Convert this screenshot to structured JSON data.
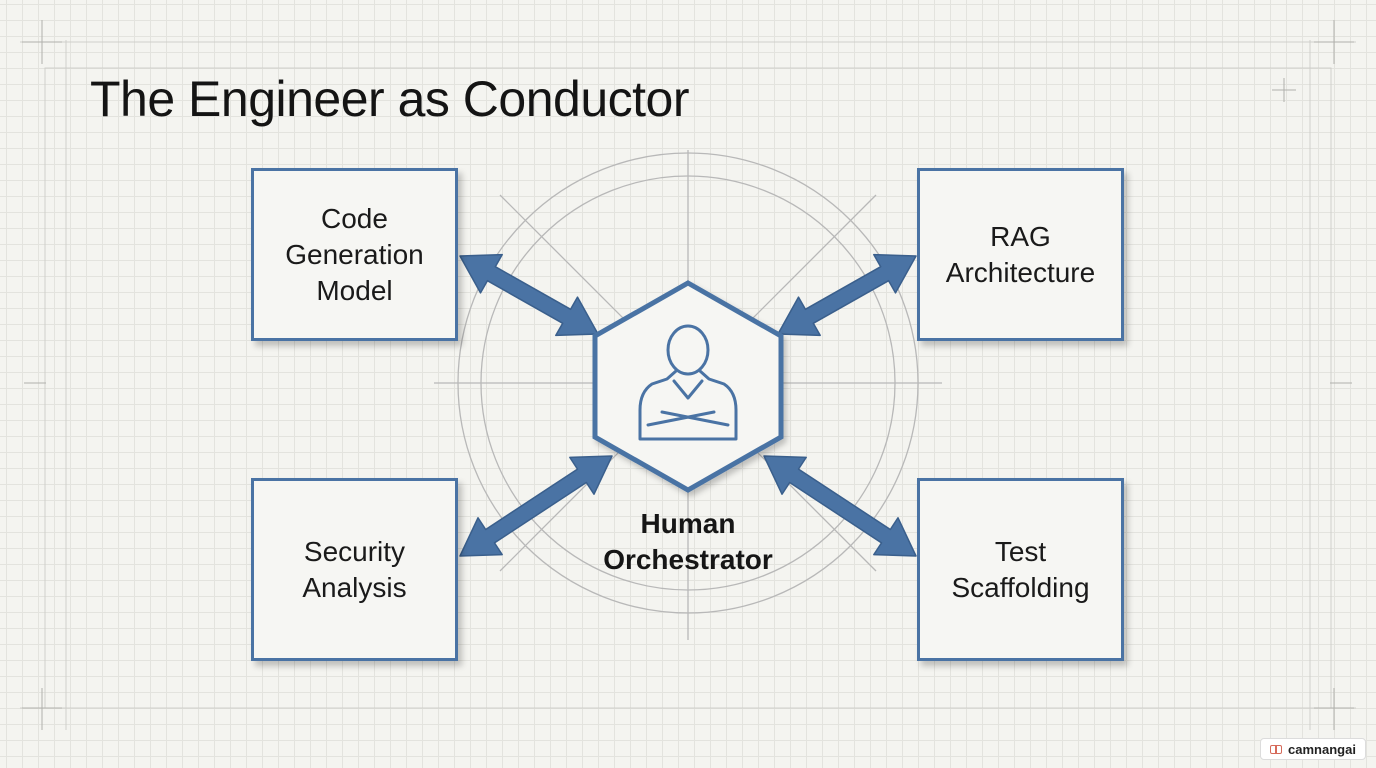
{
  "title": "The Engineer as Conductor",
  "hub": {
    "icon": "person-arms-crossed-icon",
    "label_lines": [
      "Human",
      "Orchestrator"
    ]
  },
  "modules": [
    {
      "id": "code",
      "lines": [
        "Code",
        "Generation",
        "Model"
      ]
    },
    {
      "id": "rag",
      "lines": [
        "RAG",
        "Architecture"
      ]
    },
    {
      "id": "security",
      "lines": [
        "Security",
        "Analysis"
      ]
    },
    {
      "id": "test",
      "lines": [
        "Test",
        "Scaffolding"
      ]
    }
  ],
  "badge": {
    "icon": "book-icon",
    "text": "camnangai"
  },
  "colors": {
    "accent": "#4a73a4",
    "grid": "#e3e3de",
    "background": "#f4f4f0",
    "guide": "#b8b8b8",
    "text": "#141414"
  }
}
